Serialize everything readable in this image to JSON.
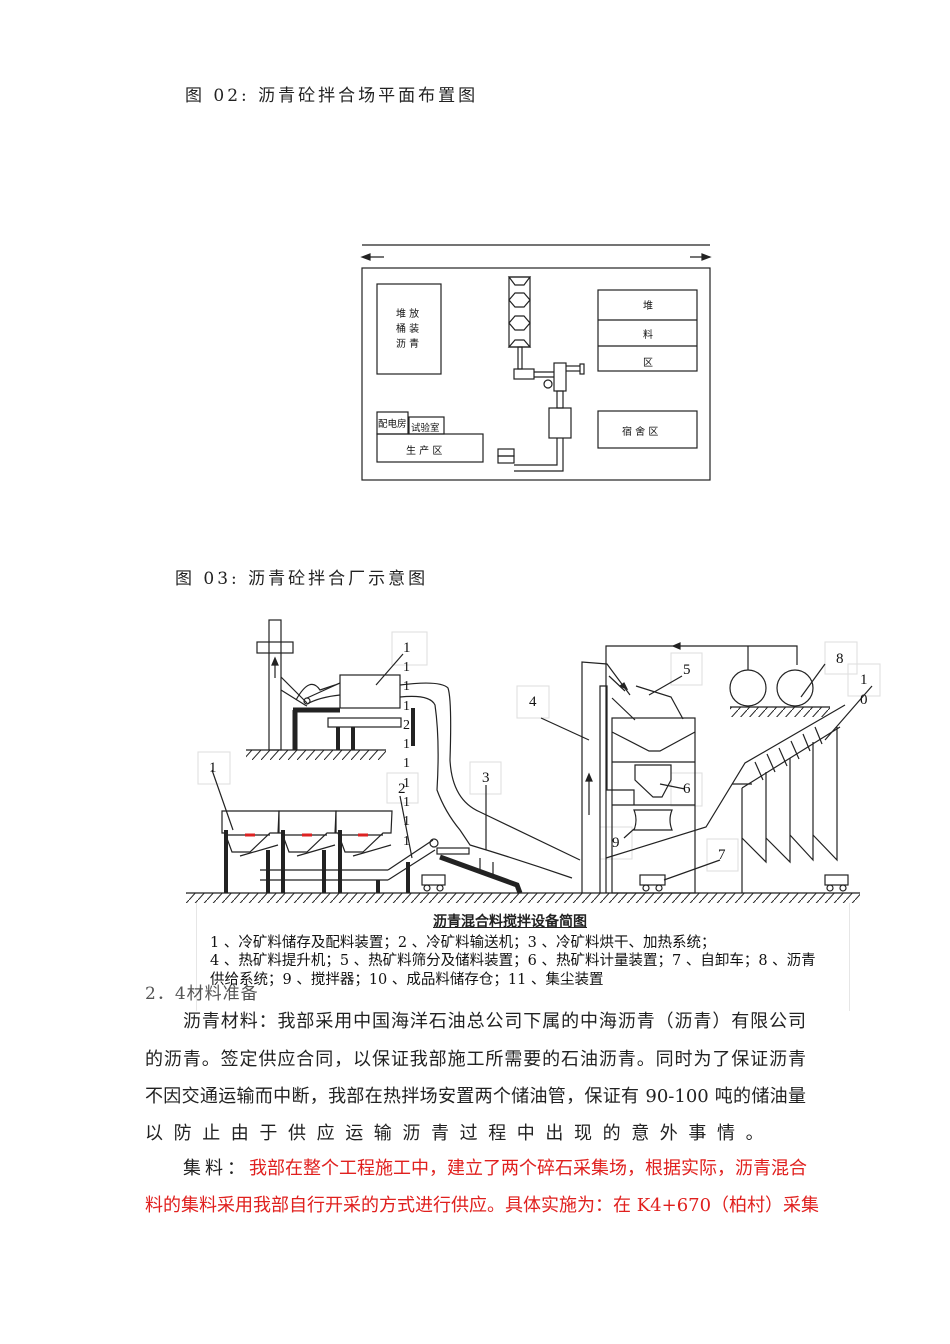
{
  "fig02": {
    "caption": "图 02:  沥青砼拌合场平面布置图",
    "areas": {
      "asphalt_storage": [
        "堆 放",
        "桶 装",
        "沥 青"
      ],
      "stockpile": [
        "堆",
        "料",
        "区"
      ],
      "power_room": "配电房",
      "lab": "试验室",
      "production": "生  产  区",
      "dorm": "宿  舍  区"
    }
  },
  "fig03": {
    "caption": "图 03:  沥青砼拌合厂示意图",
    "labels": {
      "n1": "1",
      "n2": "2",
      "n3": "3",
      "n4": "4",
      "n5": "5",
      "n6": "6",
      "n7": "7",
      "n8": "8",
      "n9": "9",
      "n10a": "1",
      "n10b": "0",
      "n11_overflow": "1112111111"
    },
    "legend": {
      "title": "沥青混合料搅拌设备简图",
      "lines": [
        "1 、冷矿料储存及配料装置；2 、冷矿料输送机；3 、冷矿料烘干、加热系统；",
        "4 、热矿料提升机；5 、热矿料筛分及储料装置；6 、热矿料计量装置；7 、自卸车；8 、沥青",
        "供给系统；9 、搅拌器；10 、成品料储存仓；11 、集尘装置"
      ]
    }
  },
  "section": {
    "heading": "2．4材料准备",
    "para1_lines": [
      "沥青材料：我部采用中国海洋石油总公司下属的中海沥青（沥青）有限公司",
      "的沥青。签定供应合同，以保证我部施工所需要的石油沥青。同时为了保证沥青",
      "不因交通运输而中断，我部在热拌场安置两个储油管，保证有 90-100 吨的储油量",
      "以防止由于供应运输沥青过程中出现的意外事情。"
    ],
    "para2_label": "集料：",
    "para2_first": "我部在整个工程施工中，建立了两个碎石采集场，根据实际，沥青混合",
    "para2_second": "料的集料采用我部自行开采的方式进行供应。具体实施为：在 K4+670（柏村）采集"
  },
  "colors": {
    "highlight": "#e0201e"
  }
}
